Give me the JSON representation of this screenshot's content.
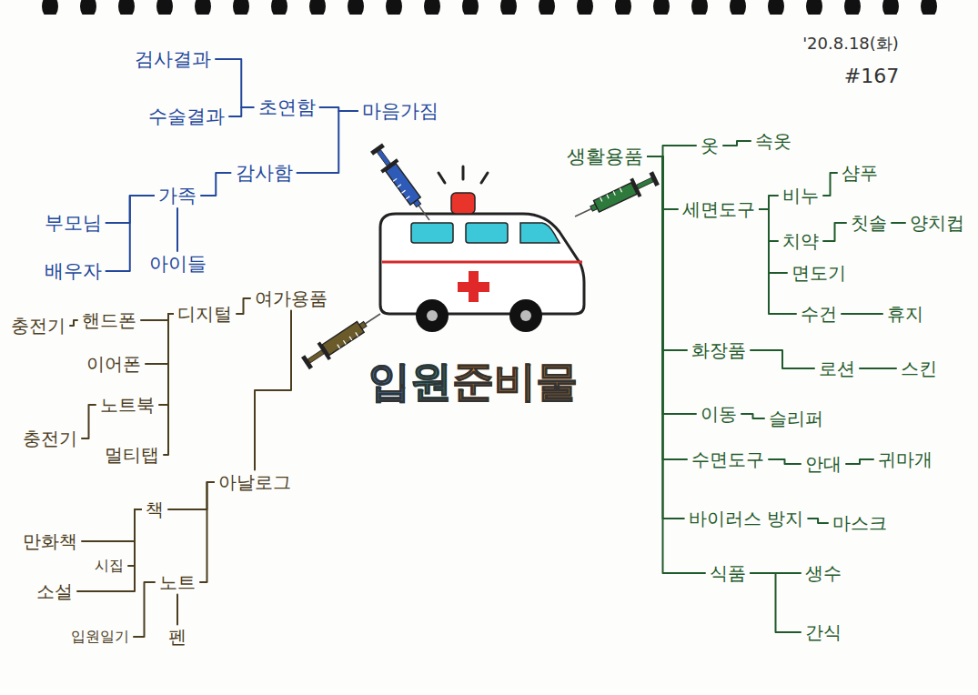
{
  "diagram": {
    "title": "입원준비물",
    "nodes": [
      {
        "text": [
          "마음가짐"
        ]
      },
      {
        "text": [
          "초연함"
        ]
      },
      {
        "text": [
          "검사결과"
        ]
      },
      {
        "text": [
          "수술결과"
        ]
      },
      {
        "text": [
          "감사함"
        ]
      },
      {
        "text": [
          "가족"
        ]
      },
      {
        "text": [
          "부모님"
        ]
      },
      {
        "text": [
          "배우자"
        ]
      },
      {
        "text": [
          "아이들"
        ]
      },
      {
        "text": [
          "생활용품"
        ]
      },
      {
        "text": [
          "옷"
        ]
      },
      {
        "text": [
          "속옷"
        ]
      },
      {
        "text": [
          "세면도구"
        ]
      },
      {
        "text": [
          "비누"
        ]
      },
      {
        "text": [
          "샴푸"
        ]
      },
      {
        "text": [
          "치약"
        ]
      },
      {
        "text": [
          "칫솔"
        ]
      },
      {
        "text": [
          "양치컵"
        ]
      },
      {
        "text": [
          "면도기"
        ]
      },
      {
        "text": [
          "수건"
        ]
      },
      {
        "text": [
          "휴지"
        ]
      },
      {
        "text": [
          "화장품"
        ]
      },
      {
        "text": [
          "로션"
        ]
      },
      {
        "text": [
          "스킨"
        ]
      },
      {
        "text": [
          "이동"
        ]
      },
      {
        "text": [
          "슬리퍼"
        ]
      },
      {
        "text": [
          "수면도구"
        ]
      },
      {
        "text": [
          "안대"
        ]
      },
      {
        "text": [
          "귀마개"
        ]
      },
      {
        "text": [
          "바이러스 방지"
        ]
      },
      {
        "text": [
          "마스크"
        ]
      },
      {
        "text": [
          "식품"
        ]
      },
      {
        "text": [
          "생수"
        ]
      },
      {
        "text": [
          "간식"
        ]
      },
      {
        "text": [
          "여가용품"
        ]
      },
      {
        "text": [
          "디지털"
        ]
      },
      {
        "text": [
          "핸드폰"
        ]
      },
      {
        "text": [
          "충전기"
        ]
      },
      {
        "text": [
          "이어폰"
        ]
      },
      {
        "text": [
          "노트북"
        ]
      },
      {
        "text": [
          "충전기"
        ]
      },
      {
        "text": [
          "멀티탭"
        ]
      },
      {
        "text": [
          "아날로그"
        ]
      },
      {
        "text": [
          "책"
        ]
      },
      {
        "text": [
          "만화책"
        ]
      },
      {
        "text": [
          "소설"
        ]
      },
      {
        "text": [
          "시집"
        ]
      },
      {
        "text": [
          "노트"
        ]
      },
      {
        "text": [
          "입원일기"
        ]
      },
      {
        "text": [
          "펜"
        ]
      }
    ],
    "edges": [
      {
        "from": 0,
        "to": 1,
        "arrow": "none"
      },
      {
        "from": 1,
        "to": 2,
        "arrow": "none"
      },
      {
        "from": 1,
        "to": 3,
        "arrow": "none"
      },
      {
        "from": 0,
        "to": 4,
        "arrow": "none"
      },
      {
        "from": 4,
        "to": 5,
        "arrow": "none"
      },
      {
        "from": 5,
        "to": 6,
        "arrow": "none"
      },
      {
        "from": 5,
        "to": 7,
        "arrow": "none"
      },
      {
        "from": 5,
        "to": 8,
        "arrow": "none"
      },
      {
        "from": 9,
        "to": 10,
        "arrow": "none"
      },
      {
        "from": 10,
        "to": 11,
        "arrow": "none"
      },
      {
        "from": 9,
        "to": 12,
        "arrow": "none"
      },
      {
        "from": 12,
        "to": 13,
        "arrow": "none"
      },
      {
        "from": 13,
        "to": 14,
        "arrow": "none"
      },
      {
        "from": 12,
        "to": 15,
        "arrow": "none"
      },
      {
        "from": 15,
        "to": 16,
        "arrow": "none"
      },
      {
        "from": 16,
        "to": 17,
        "arrow": "none"
      },
      {
        "from": 12,
        "to": 18,
        "arrow": "none"
      },
      {
        "from": 12,
        "to": 19,
        "arrow": "none"
      },
      {
        "from": 19,
        "to": 20,
        "arrow": "none"
      },
      {
        "from": 9,
        "to": 21,
        "arrow": "none"
      },
      {
        "from": 21,
        "to": 22,
        "arrow": "none"
      },
      {
        "from": 22,
        "to": 23,
        "arrow": "none"
      },
      {
        "from": 9,
        "to": 24,
        "arrow": "none"
      },
      {
        "from": 24,
        "to": 25,
        "arrow": "none"
      },
      {
        "from": 9,
        "to": 26,
        "arrow": "none"
      },
      {
        "from": 26,
        "to": 27,
        "arrow": "none"
      },
      {
        "from": 27,
        "to": 28,
        "arrow": "none"
      },
      {
        "from": 9,
        "to": 29,
        "arrow": "none"
      },
      {
        "from": 29,
        "to": 30,
        "arrow": "none"
      },
      {
        "from": 9,
        "to": 31,
        "arrow": "none"
      },
      {
        "from": 31,
        "to": 32,
        "arrow": "none"
      },
      {
        "from": 31,
        "to": 33,
        "arrow": "none"
      },
      {
        "from": 34,
        "to": 35,
        "arrow": "none"
      },
      {
        "from": 35,
        "to": 36,
        "arrow": "none"
      },
      {
        "from": 36,
        "to": 37,
        "arrow": "none"
      },
      {
        "from": 35,
        "to": 38,
        "arrow": "none"
      },
      {
        "from": 35,
        "to": 39,
        "arrow": "none"
      },
      {
        "from": 39,
        "to": 40,
        "arrow": "none"
      },
      {
        "from": 35,
        "to": 41,
        "arrow": "none"
      },
      {
        "from": 34,
        "to": 42,
        "arrow": "none"
      },
      {
        "from": 42,
        "to": 43,
        "arrow": "none"
      },
      {
        "from": 43,
        "to": 44,
        "arrow": "none"
      },
      {
        "from": 43,
        "to": 45,
        "arrow": "none"
      },
      {
        "from": 43,
        "to": 46,
        "arrow": "none"
      },
      {
        "from": 42,
        "to": 47,
        "arrow": "none"
      },
      {
        "from": 47,
        "to": 48,
        "arrow": "none"
      },
      {
        "from": 47,
        "to": 49,
        "arrow": "none"
      }
    ],
    "labels": [
      "'20.8.18(화)",
      "#167"
    ]
  }
}
